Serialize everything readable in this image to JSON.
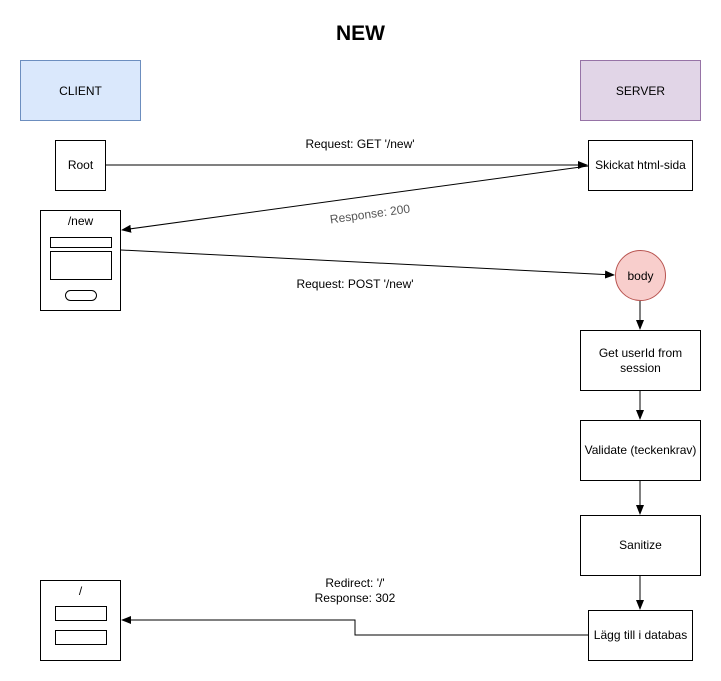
{
  "title": "NEW",
  "lanes": {
    "client": "CLIENT",
    "server": "SERVER"
  },
  "client": {
    "root_label": "Root",
    "new_page_title": "/new",
    "redirect_page_title": "/"
  },
  "server": {
    "skickat_label": "Skickat html-sida",
    "body_label": "body",
    "steps": [
      "Get userId from session",
      "Validate (teckenkrav)",
      "Sanitize",
      "Lägg till i databas"
    ]
  },
  "edges": {
    "get_request": "Request: GET '/new'",
    "get_response": "Response: 200",
    "post_request": "Request: POST '/new'",
    "redirect_line1": "Redirect: '/'",
    "redirect_line2": "Response: 302"
  },
  "colors": {
    "client_fill": "#dae8fc",
    "client_stroke": "#6c8ebf",
    "server_fill": "#e1d5e7",
    "server_stroke": "#9673a6",
    "body_fill": "#f8cecc",
    "body_stroke": "#b85450"
  }
}
